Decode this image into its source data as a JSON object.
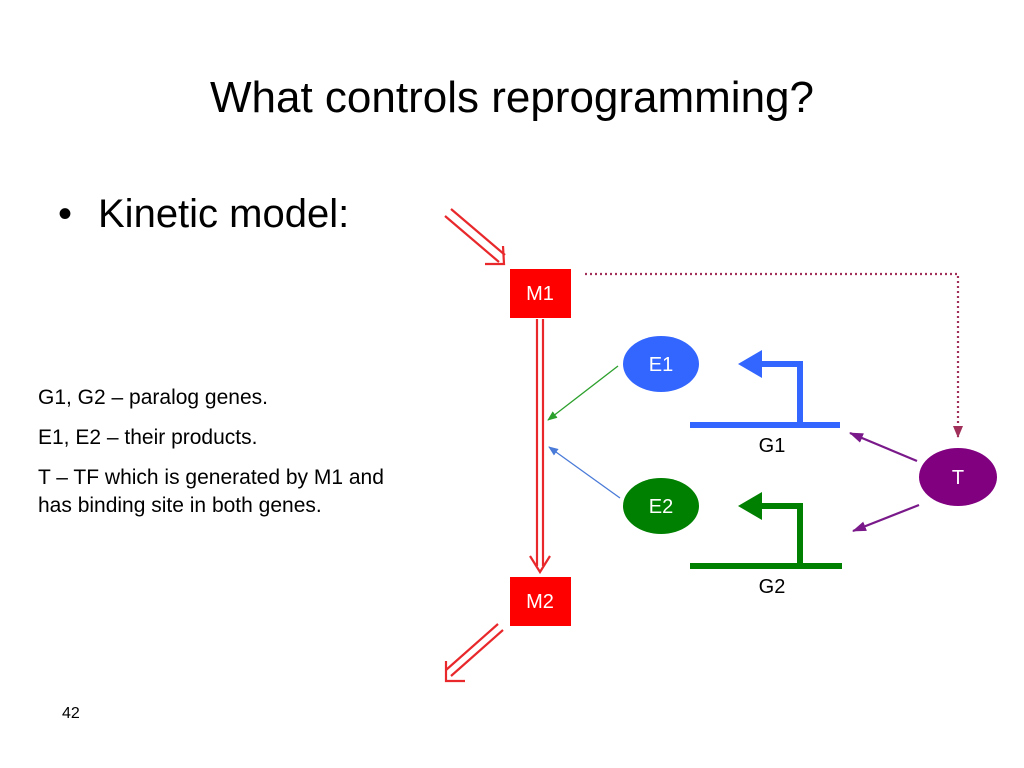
{
  "slide": {
    "title": "What controls reprogramming?",
    "bullet_symbol": "•",
    "bullet": "Kinetic model:",
    "notes": [
      "G1, G2 – paralog genes.",
      "E1, E2 – their products.",
      "T – TF which is generated by M1 and has binding site in both genes."
    ],
    "slide_number": "42"
  },
  "diagram": {
    "nodes": {
      "m1": {
        "label": "M1",
        "color": "#ff0000"
      },
      "m2": {
        "label": "M2",
        "color": "#ff0000"
      },
      "e1": {
        "label": "E1",
        "color": "#3366ff"
      },
      "e2": {
        "label": "E2",
        "color": "#008000"
      },
      "t": {
        "label": "T",
        "color": "#800080"
      }
    },
    "genes": {
      "g1": {
        "label": "G1",
        "color": "#3366ff"
      },
      "g2": {
        "label": "G2",
        "color": "#008000"
      }
    },
    "colors": {
      "flux": "#e8282b",
      "m1_to_t": "#a0305a",
      "e1_arrow": "#2ca02c",
      "e2_arrow": "#4a7bd8",
      "t_arrows": "#7a1a8a"
    }
  }
}
